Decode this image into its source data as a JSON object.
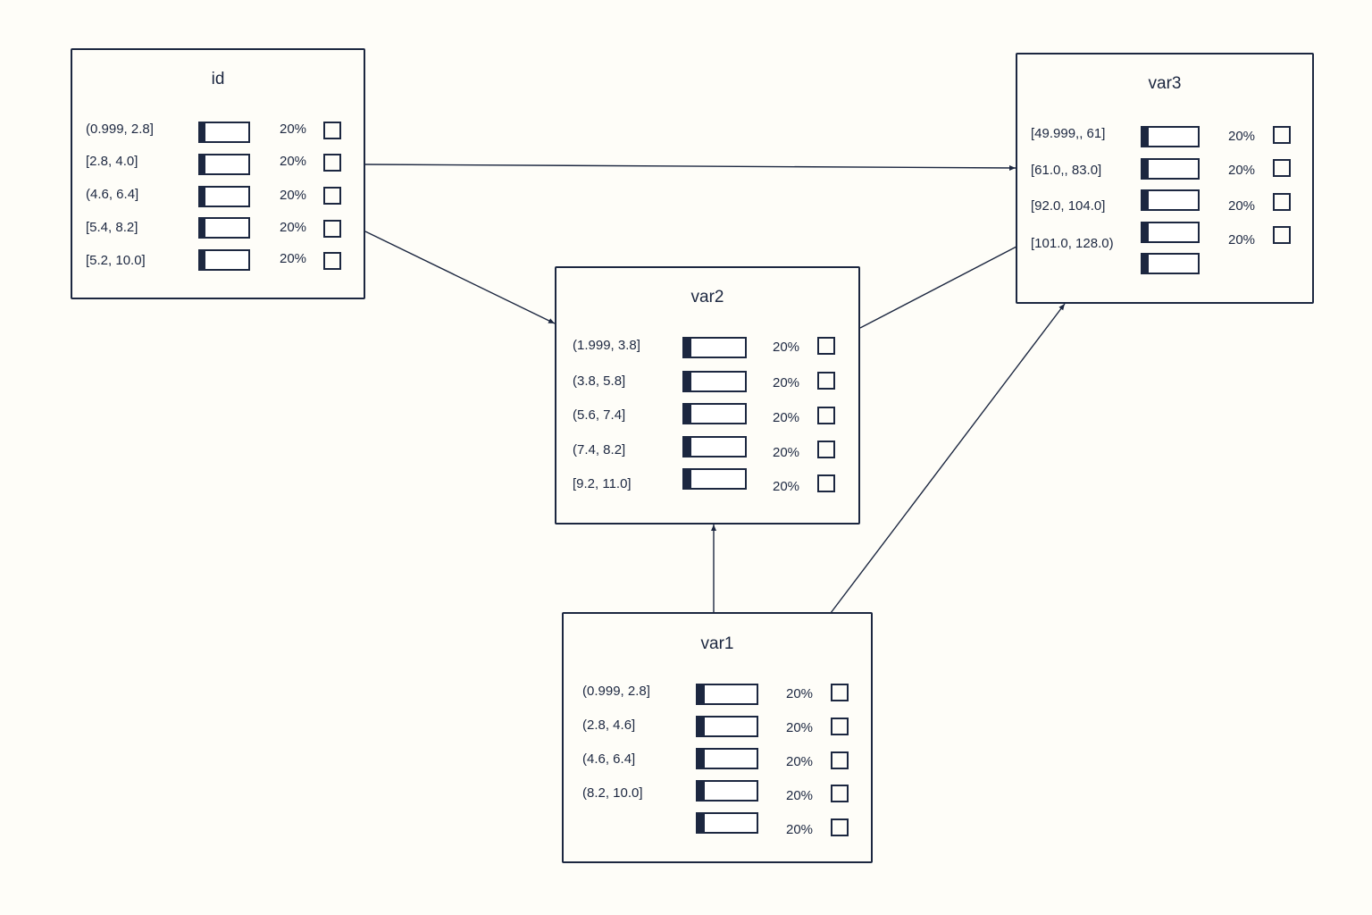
{
  "colors": {
    "stroke": "#1c2740",
    "background": "#fefdf8"
  },
  "nodes": {
    "id": {
      "title": "id",
      "states": [
        {
          "label": "(0.999, 2.8]",
          "percent": "20%",
          "probability": 0.2
        },
        {
          "label": "[2.8, 4.0]",
          "percent": "20%",
          "probability": 0.2
        },
        {
          "label": "(4.6, 6.4]",
          "percent": "20%",
          "probability": 0.2
        },
        {
          "label": "[5.4, 8.2]",
          "percent": "20%",
          "probability": 0.2
        },
        {
          "label": "[5.2, 10.0]",
          "percent": "20%",
          "probability": 0.2
        }
      ]
    },
    "var2": {
      "title": "var2",
      "states": [
        {
          "label": "(1.999, 3.8]",
          "percent": "20%",
          "probability": 0.2
        },
        {
          "label": "(3.8, 5.8]",
          "percent": "20%",
          "probability": 0.2
        },
        {
          "label": "(5.6, 7.4]",
          "percent": "20%",
          "probability": 0.2
        },
        {
          "label": "(7.4, 8.2]",
          "percent": "20%",
          "probability": 0.2
        },
        {
          "label": "[9.2, 11.0]",
          "percent": "20%",
          "probability": 0.2
        }
      ]
    },
    "var3": {
      "title": "var3",
      "states": [
        {
          "label": "[49.999,, 61]",
          "percent": "20%",
          "probability": 0.2
        },
        {
          "label": "[61.0,, 83.0]",
          "percent": "20%",
          "probability": 0.2
        },
        {
          "label": "[92.0, 104.0]",
          "percent": "20%",
          "probability": 0.2
        },
        {
          "label": "[101.0, 128.0)",
          "percent": "20%",
          "probability": 0.2
        },
        {
          "label": "",
          "percent": "",
          "probability": 0.2
        }
      ]
    },
    "var1": {
      "title": "var1",
      "states": [
        {
          "label": "(0.999, 2.8]",
          "percent": "20%",
          "probability": 0.2
        },
        {
          "label": "(2.8, 4.6]",
          "percent": "20%",
          "probability": 0.2
        },
        {
          "label": "(4.6, 6.4]",
          "percent": "20%",
          "probability": 0.2
        },
        {
          "label": "(8.2, 10.0]",
          "percent": "20%",
          "probability": 0.2
        },
        {
          "label": "",
          "percent": "20%",
          "probability": 0.2
        }
      ]
    }
  },
  "edges": [
    {
      "from": "id",
      "to": "var3"
    },
    {
      "from": "id",
      "to": "var2"
    },
    {
      "from": "var2",
      "to": "var3"
    },
    {
      "from": "var1",
      "to": "var2"
    },
    {
      "from": "var1",
      "to": "var3"
    }
  ]
}
